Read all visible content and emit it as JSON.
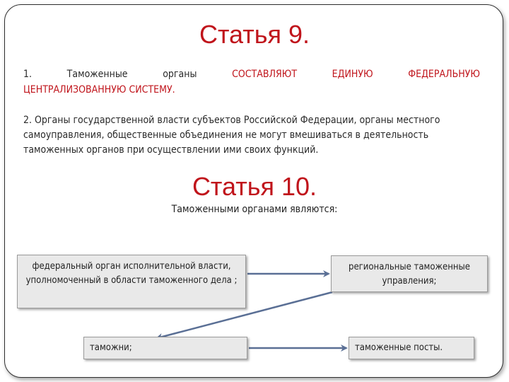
{
  "article9": {
    "title": "Статья 9.",
    "p1_words_black": [
      "1.",
      "Таможенные",
      "органы"
    ],
    "p1_words_red": [
      "СОСТАВЛЯЮТ",
      "ЕДИНУЮ",
      "ФЕДЕРАЛЬНУЮ"
    ],
    "p1_line2": "ЦЕНТРАЛИЗОВАННУЮ СИСТЕМУ.",
    "p2": "2. Органы государственной власти субъектов Российской Федерации, органы местного самоуправления, общественные объединения не могут вмешиваться в деятельность таможенных органов при осуществлении ими своих функций."
  },
  "article10": {
    "title": "Статья 10.",
    "intro": "Таможенными органами являются:",
    "boxes": {
      "federal": "федеральный орган исполнительной власти, уполномоченный в области таможенного дела ;",
      "regional": "региональные таможенные управления;",
      "customs": "таможни;",
      "posts": "таможенные посты."
    }
  },
  "colors": {
    "accent": "#c0141b",
    "box_bg": "#e9e9e9",
    "arrow": "#5a6f95"
  }
}
